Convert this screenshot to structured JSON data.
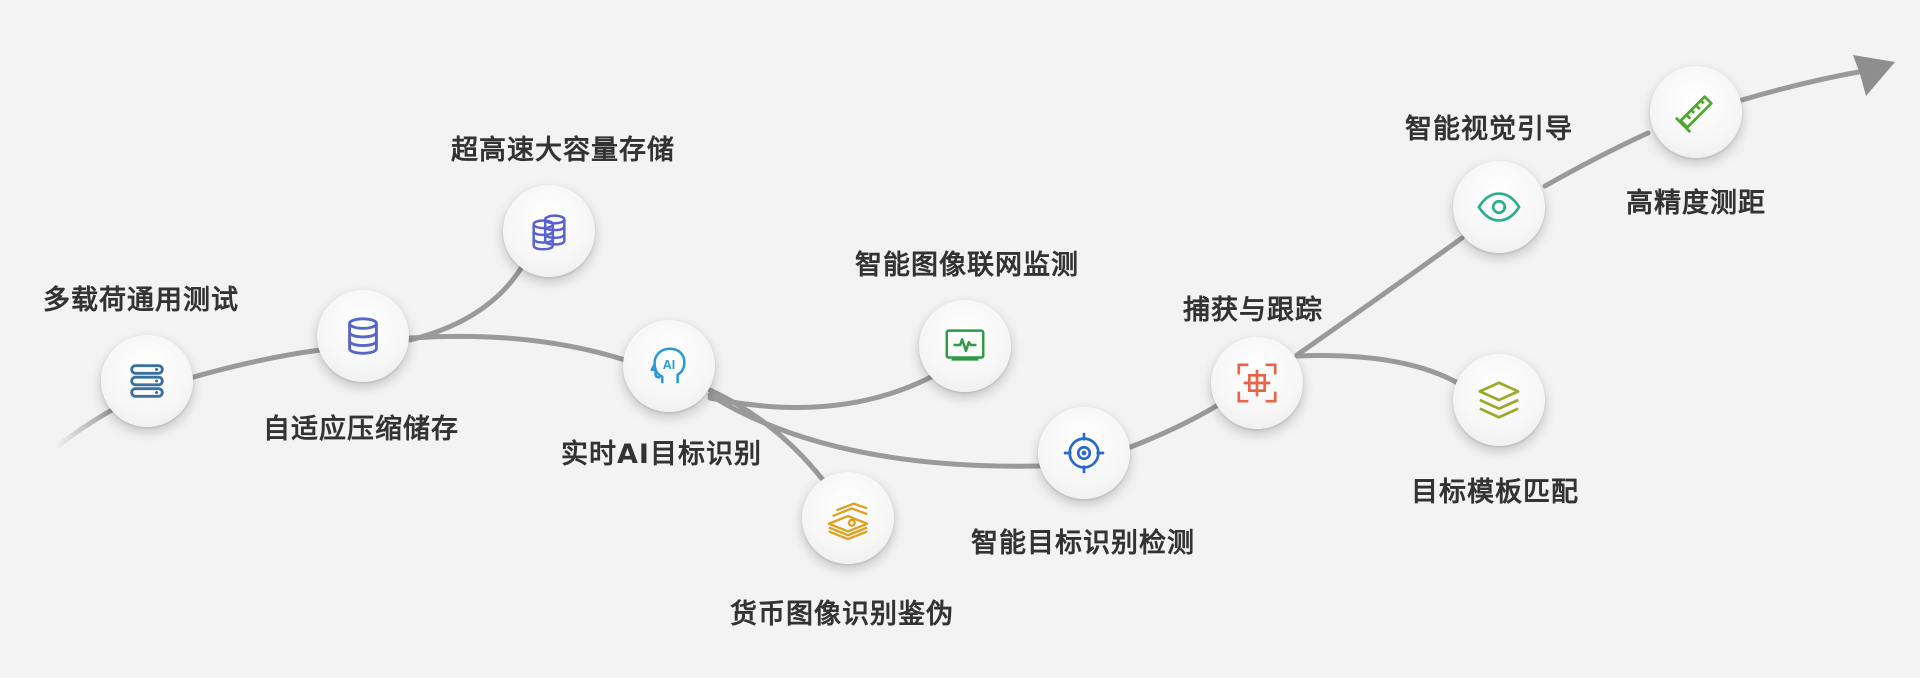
{
  "nodes": [
    {
      "id": "multi-payload-test",
      "label": "多载荷通用测试",
      "icon": "server-icon",
      "color": "#3a6fa0"
    },
    {
      "id": "adaptive-compression-storage",
      "label": "自适应压缩储存",
      "icon": "database-icon",
      "color": "#5566cc"
    },
    {
      "id": "ultra-speed-mass-storage",
      "label": "超高速大容量存储",
      "icon": "database-stack-icon",
      "color": "#5a62d0"
    },
    {
      "id": "realtime-ai-recognition",
      "label": "实时AI目标识别",
      "icon": "ai-head-icon",
      "color": "#2a9ad6"
    },
    {
      "id": "image-network-monitoring",
      "label": "智能图像联网监测",
      "icon": "monitor-pulse-icon",
      "color": "#2e9a48"
    },
    {
      "id": "currency-authentication",
      "label": "货币图像识别鉴伪",
      "icon": "money-stack-icon",
      "color": "#e0a020"
    },
    {
      "id": "target-detection",
      "label": "智能目标识别检测",
      "icon": "crosshair-icon",
      "color": "#2a6ad0"
    },
    {
      "id": "capture-tracking",
      "label": "捕获与跟踪",
      "icon": "focus-frame-icon",
      "color": "#e8654a"
    },
    {
      "id": "template-matching",
      "label": "目标模板匹配",
      "icon": "layers-icon",
      "color": "#9aaa2a"
    },
    {
      "id": "visual-guidance",
      "label": "智能视觉引导",
      "icon": "eye-icon",
      "color": "#2ab08e"
    },
    {
      "id": "precision-ranging",
      "label": "高精度测距",
      "icon": "ruler-icon",
      "color": "#4ea82a"
    }
  ]
}
